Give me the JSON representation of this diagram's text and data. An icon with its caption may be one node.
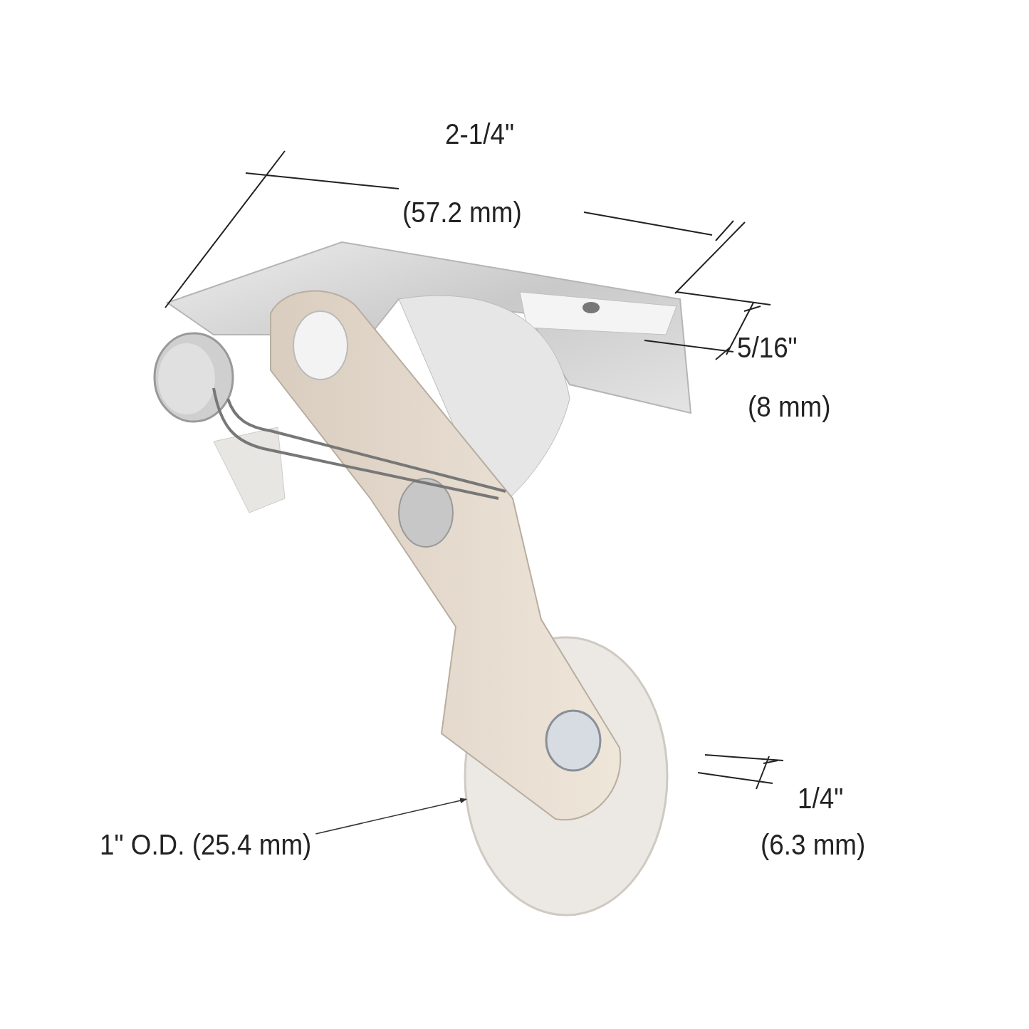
{
  "diagram": {
    "nodes": [
      {
        "text": [
          "1\" O.D. (25.4 mm)"
        ]
      },
      {
        "text": [],
        "shape": "circle"
      }
    ],
    "edges": [
      {
        "from": 0,
        "to": 1,
        "arrow": "to"
      }
    ],
    "labels": [
      "2-1/4\"",
      "(57.2 mm)",
      "5/16\"",
      "(8 mm)",
      "1/4\"",
      "(6.3 mm)"
    ]
  }
}
